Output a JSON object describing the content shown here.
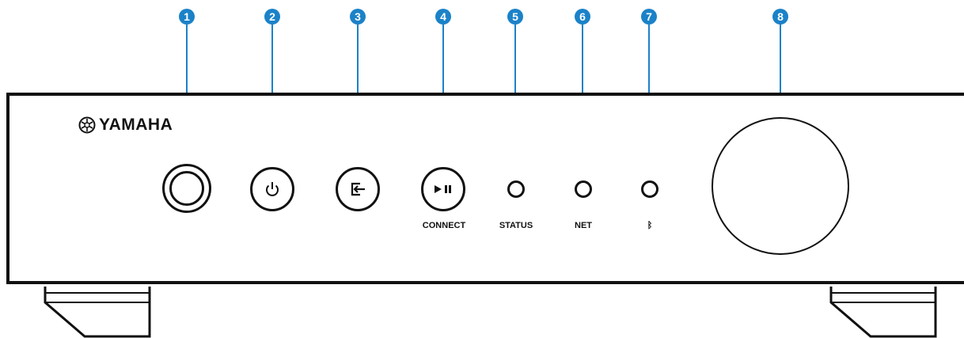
{
  "callouts": [
    "1",
    "2",
    "3",
    "4",
    "5",
    "6",
    "7",
    "8"
  ],
  "brand": {
    "name": "YAMAHA",
    "emblem": "tuning-fork-emblem-icon"
  },
  "controls": [
    {
      "id": 1,
      "icon": "headphone-jack"
    },
    {
      "id": 2,
      "icon": "power-icon"
    },
    {
      "id": 3,
      "icon": "input-icon"
    },
    {
      "id": 4,
      "icon": "play-pause-icon",
      "label": "CONNECT"
    },
    {
      "id": 5,
      "icon": "led-indicator",
      "label": "STATUS"
    },
    {
      "id": 6,
      "icon": "led-indicator",
      "label": "NET"
    },
    {
      "id": 7,
      "icon": "bluetooth-icon",
      "label": "ᛒ"
    },
    {
      "id": 8,
      "icon": "volume-knob"
    }
  ],
  "colors": {
    "callout": "#1b82c8",
    "outline": "#111111"
  }
}
